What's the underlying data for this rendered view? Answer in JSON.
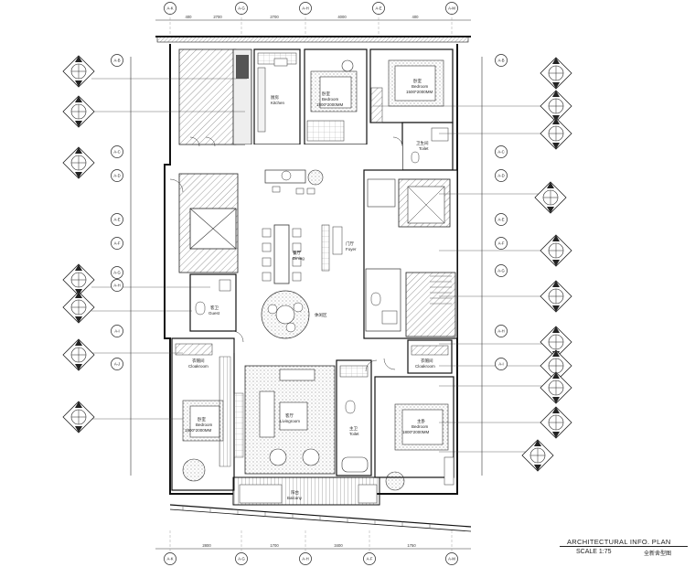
{
  "drawing": {
    "title": "ARCHITECTURAL INFO. PLAN",
    "scale": "SCALE 1:75",
    "title_cn": "全新舍型图"
  },
  "grid_axes_top": [
    "A-K",
    "A-G",
    "A-H",
    "A-E",
    "A-M"
  ],
  "grid_axes_bottom": [
    "A-K",
    "A-G",
    "A-H",
    "A-F",
    "A-M"
  ],
  "grid_axes_left": [
    "A-B",
    "A-C",
    "A-D",
    "A-E",
    "A-F",
    "A-G",
    "A-H",
    "A-I",
    "A-J"
  ],
  "grid_axes_right": [
    "A-B",
    "A-C",
    "A-D",
    "A-E",
    "A-F",
    "A-G",
    "A-H",
    "A-I"
  ],
  "dimensions_top": [
    "400",
    "2700",
    "2700",
    "4000",
    "400"
  ],
  "dimensions_bottom": [
    "2800",
    "1700",
    "3400",
    "1750"
  ],
  "rooms": {
    "kitchen": {
      "cn": "厨房",
      "en": "Kitchen"
    },
    "bedroom_2": {
      "cn": "卧室",
      "en": "Bedroom",
      "size": "1800*2000MM"
    },
    "bedroom_1": {
      "cn": "卧室",
      "en": "Bedroom",
      "size": "1500*2000MM"
    },
    "toilet_top": {
      "cn": "卫生间",
      "en": "Toilet"
    },
    "dining": {
      "cn": "餐厅",
      "en": "Dining"
    },
    "foyer": {
      "cn": "门厅",
      "en": "Foyer"
    },
    "guest_wc": {
      "cn": "客卫",
      "en": "Guest"
    },
    "circle_area": {
      "cn": "休闲区"
    },
    "cloakroom_left": {
      "cn": "衣帽间",
      "en": "Cloakroom"
    },
    "bedroom_left": {
      "cn": "卧室",
      "en": "Bedroom",
      "size": "1800*2000MM"
    },
    "living": {
      "cn": "客厅",
      "en": "Livingroom"
    },
    "toilet_bottom": {
      "cn": "主卫",
      "en": "Toilet"
    },
    "cloakroom_right": {
      "cn": "衣帽间",
      "en": "Cloakroom"
    },
    "master_bedroom": {
      "cn": "主卧",
      "en": "Bedroom",
      "size": "1800*2000MM"
    },
    "balcony": {
      "cn": "阳台",
      "en": "Balcony"
    }
  }
}
